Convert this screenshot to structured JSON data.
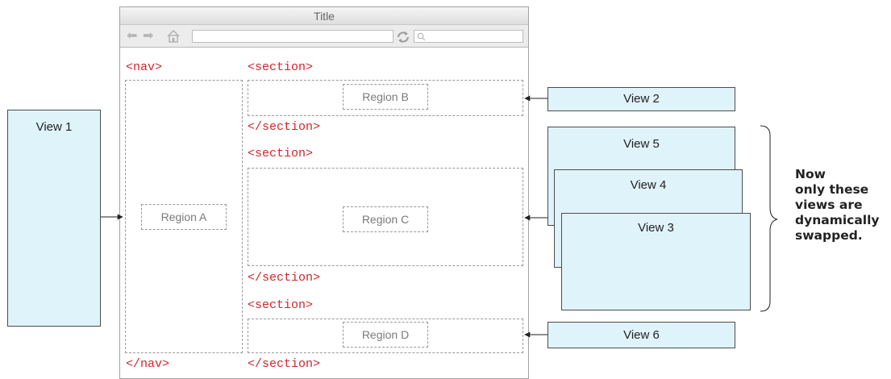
{
  "window": {
    "title": "Title"
  },
  "tags": {
    "nav_open": "<nav>",
    "nav_close": "</nav>",
    "section_open": "<section>",
    "section_close": "</section>"
  },
  "regions": {
    "a": "Region A",
    "b": "Region B",
    "c": "Region C",
    "d": "Region D"
  },
  "views": {
    "v1": "View 1",
    "v2": "View 2",
    "v3": "View 3",
    "v4": "View 4",
    "v5": "View 5",
    "v6": "View 6"
  },
  "callout": {
    "lines": [
      "Now",
      "only these",
      "views are",
      "dynamically",
      "swapped."
    ]
  },
  "colors": {
    "tag_text": "#d0262d",
    "view_fill": "#dff3fb",
    "dashed_border": "#9a9a9a"
  }
}
